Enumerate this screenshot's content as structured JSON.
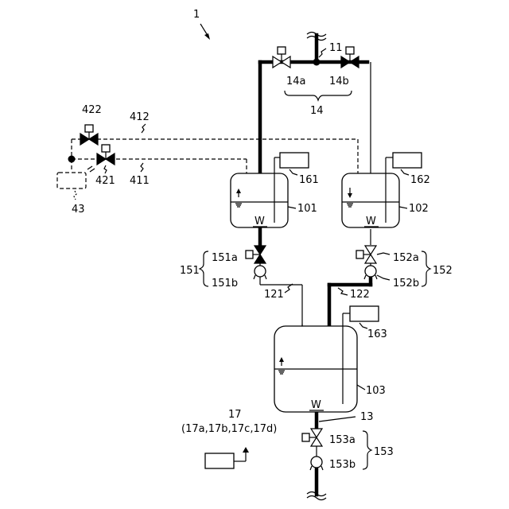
{
  "labels": {
    "system": "1",
    "pipe_top": "11",
    "valve_14a": "14a",
    "valve_14b": "14b",
    "valve_group_14": "14",
    "valve_422": "422",
    "pipe_412": "412",
    "valve_421": "421",
    "pipe_411": "411",
    "unit_43": "43",
    "sensor_161": "161",
    "sensor_162": "162",
    "tank_101": "101",
    "tank_102": "102",
    "liquid_101": "W",
    "liquid_102": "W",
    "valve_151a": "151a",
    "pump_151b": "151b",
    "group_151": "151",
    "valve_152a": "152a",
    "pump_152b": "152b",
    "group_152": "152",
    "pipe_121": "121",
    "pipe_122": "122",
    "sensor_163": "163",
    "tank_103": "103",
    "liquid_103": "W",
    "pipe_13": "13",
    "controller_17": "17",
    "controller_17_sub": "(17a,17b,17c,17d)",
    "valve_153a": "153a",
    "pump_153b": "153b",
    "group_153": "153"
  }
}
